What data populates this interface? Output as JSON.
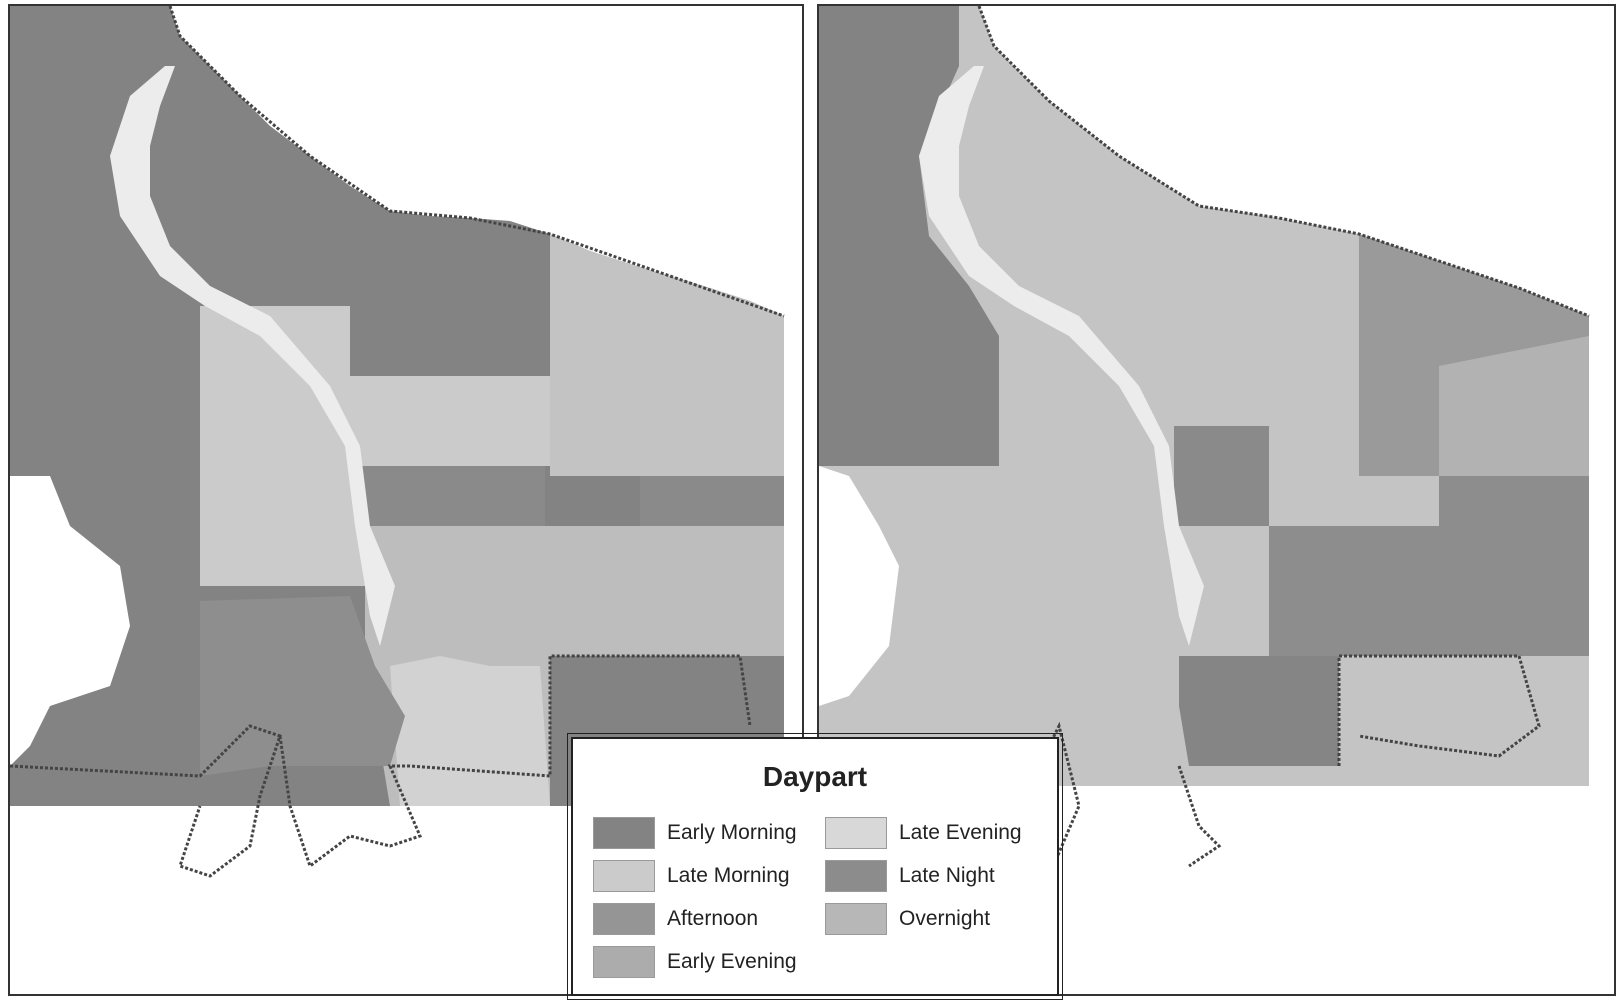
{
  "colors": {
    "early_morning": "#838383",
    "late_morning": "#cbcbcb",
    "afternoon": "#959595",
    "early_evening": "#acacac",
    "late_evening": "#d8d8d8",
    "late_night": "#8c8c8c",
    "overnight": "#b7b7b7",
    "river": "#ececec",
    "boundary": "#444444"
  },
  "legend": {
    "title": "Daypart",
    "items": [
      {
        "label": "Early Morning",
        "color": "#838383"
      },
      {
        "label": "Late Morning",
        "color": "#cbcbcb"
      },
      {
        "label": "Afternoon",
        "color": "#959595"
      },
      {
        "label": "Early Evening",
        "color": "#acacac"
      },
      {
        "label": "Late Evening",
        "color": "#d8d8d8"
      },
      {
        "label": "Late Night",
        "color": "#8c8c8c"
      },
      {
        "label": "Overnight",
        "color": "#b7b7b7"
      }
    ]
  },
  "maps": [
    {
      "name": "left-map",
      "layers": [
        "Early Morning",
        "Late Morning",
        "Afternoon",
        "Early Evening",
        "Late Night",
        "Overnight"
      ]
    },
    {
      "name": "right-map",
      "layers": [
        "Early Morning",
        "Late Morning",
        "Afternoon",
        "Early Evening",
        "Late Night",
        "Overnight"
      ]
    }
  ]
}
